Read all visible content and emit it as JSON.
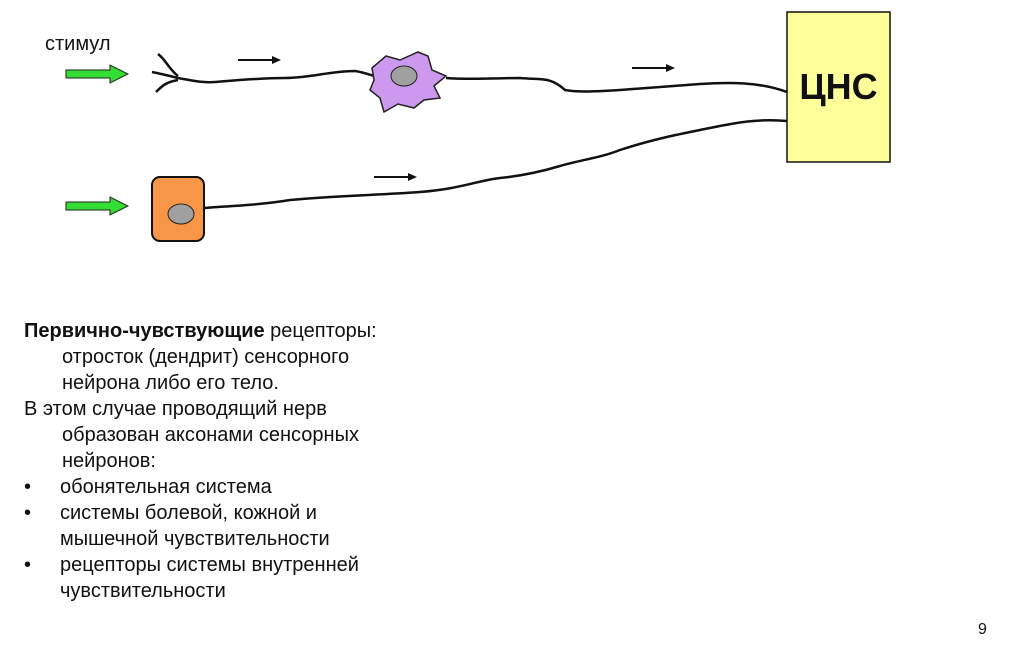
{
  "diagram": {
    "stimulus_label": "стимул",
    "cns_label": "ЦНС",
    "colors": {
      "cns_box": "#ffff99",
      "stimulus_arrow": "#33dd33",
      "sensory_neuron_body": "#cc99ee",
      "receptor_cell": "#f79646",
      "nucleus": "#a0a0a0",
      "line": "#111111"
    }
  },
  "text": {
    "heading_bold": "Первично-чувствующие",
    "heading_rest": " рецепторы:",
    "heading_line2": "отросток (дендрит) сенсорного",
    "heading_line3": "нейрона либо его тело.",
    "para2_line1": "В этом случае проводящий нерв",
    "para2_line2": "образован аксонами сенсорных",
    "para2_line3": "нейронов:",
    "bullet_char": "•",
    "bullet1": "обонятельная система",
    "bullet2_line1": "системы болевой, кожной и",
    "bullet2_line2": "мышечной чувствительности",
    "bullet3_line1": "рецепторы системы внутренней",
    "bullet3_line2": "чувствительности"
  },
  "page_number": "9"
}
